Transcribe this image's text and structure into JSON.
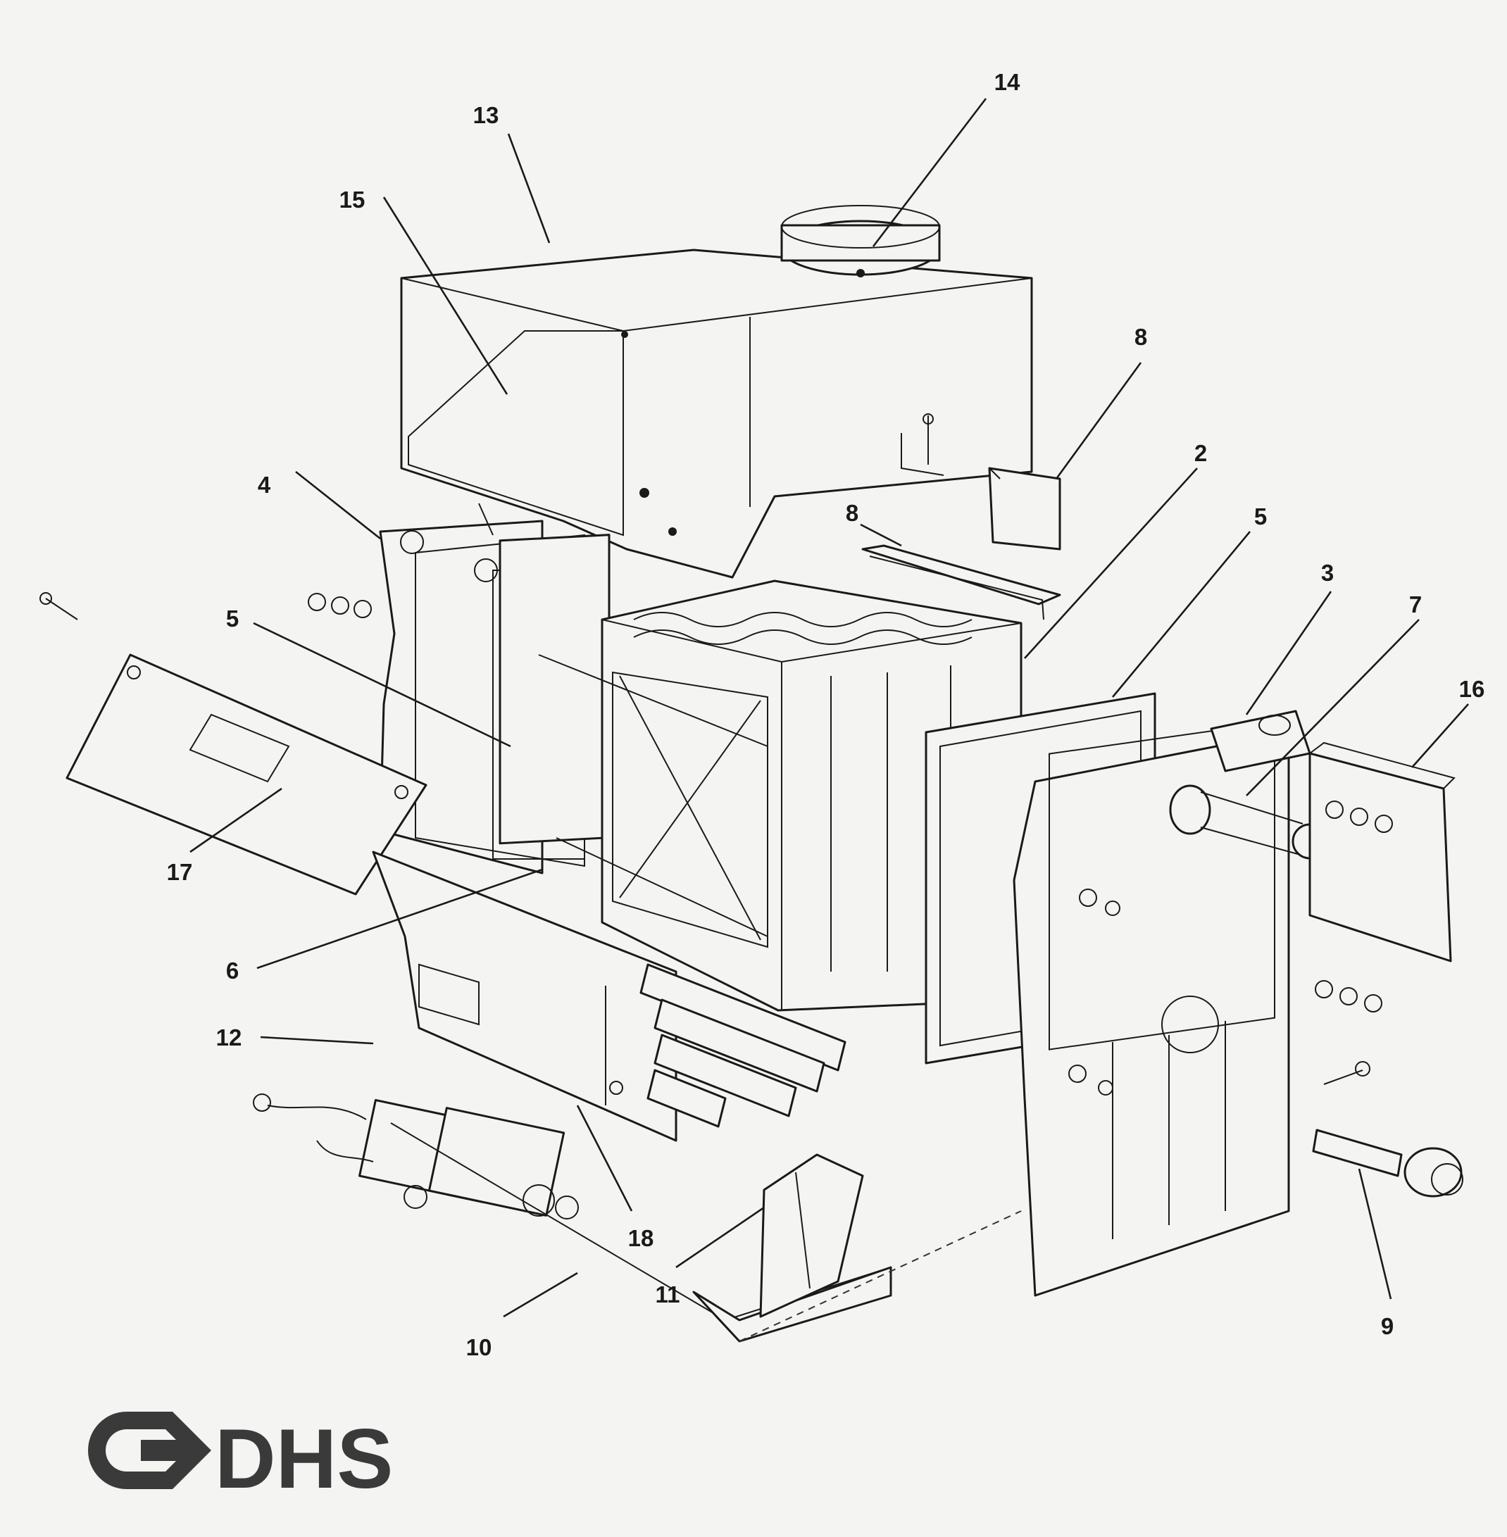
{
  "diagram": {
    "callouts": [
      "14",
      "13",
      "15",
      "8",
      "2",
      "8",
      "5",
      "4",
      "3",
      "7",
      "5",
      "16",
      "17",
      "6",
      "12",
      "18",
      "11",
      "10",
      "9"
    ]
  },
  "logo": {
    "text": "DHS"
  }
}
